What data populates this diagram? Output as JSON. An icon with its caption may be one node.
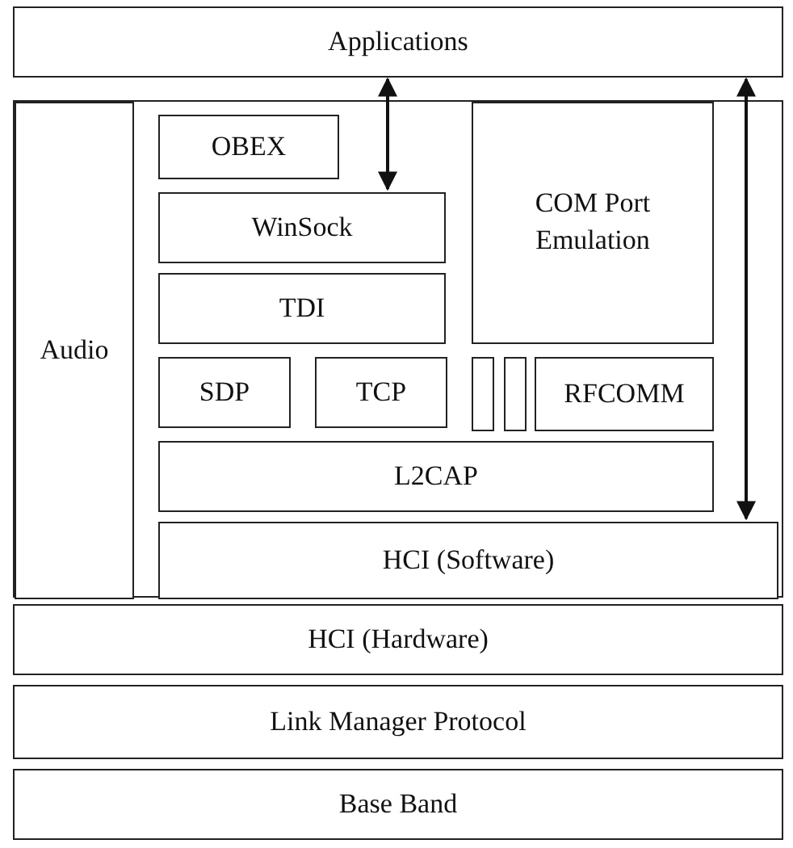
{
  "diagram": {
    "nodes": [
      {
        "text": [
          "Applications"
        ]
      },
      {
        "text": [],
        "shape": "box"
      },
      {
        "text": [
          "Audio"
        ],
        "in": 1
      },
      {
        "text": [
          "OBEX"
        ],
        "in": 1
      },
      {
        "text": [
          "WinSock"
        ],
        "in": 1
      },
      {
        "text": [
          "COM Port Emulation"
        ],
        "in": 1
      },
      {
        "text": [
          "TDI"
        ],
        "in": 1
      },
      {
        "text": [
          "SDP"
        ],
        "in": 1
      },
      {
        "text": [
          "TCP"
        ],
        "in": 1
      },
      {
        "text": [],
        "shape": "box",
        "in": 1
      },
      {
        "text": [],
        "shape": "box",
        "in": 1
      },
      {
        "text": [
          "RFCOMM"
        ],
        "in": 1
      },
      {
        "text": [
          "L2CAP"
        ],
        "in": 1
      },
      {
        "text": [
          "HCI (Software)"
        ],
        "in": 1
      },
      {
        "text": [
          "HCI (Hardware)"
        ]
      },
      {
        "text": [
          "Link Manager Protocol"
        ]
      },
      {
        "text": [
          "Base Band"
        ]
      }
    ],
    "edges": [
      {
        "from": 0,
        "to": 4,
        "arrow": "both"
      },
      {
        "from": 0,
        "to": 13,
        "arrow": "both"
      }
    ]
  }
}
